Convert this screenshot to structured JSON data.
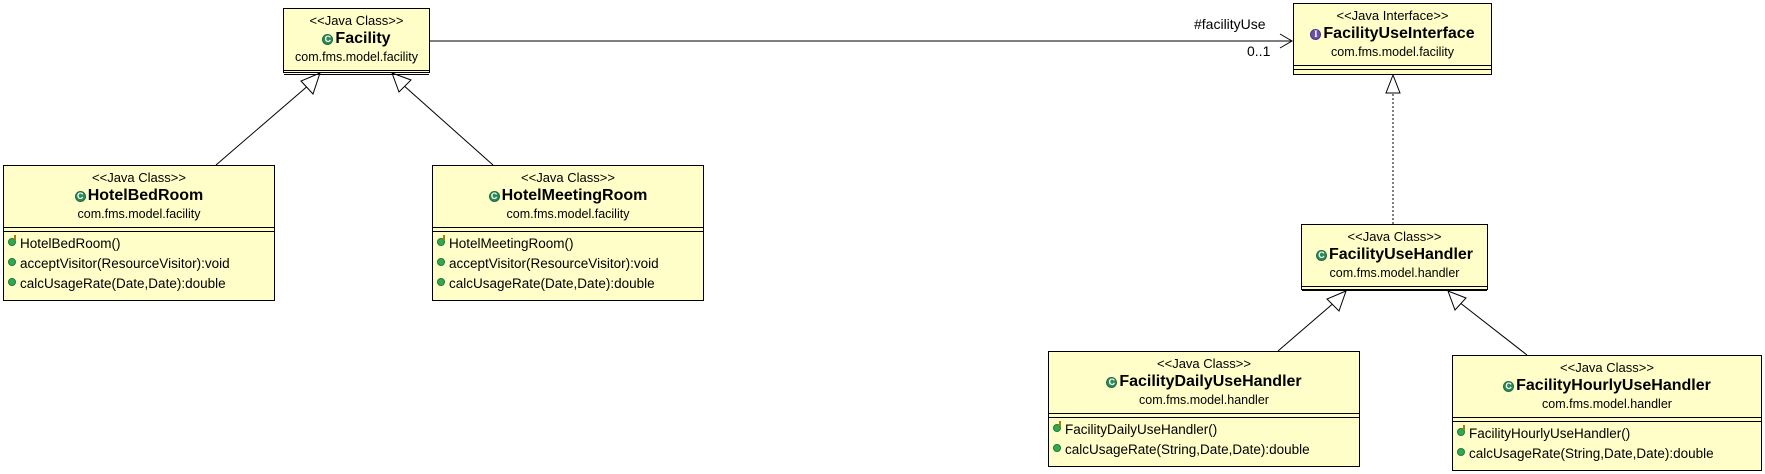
{
  "diagram": {
    "classes": [
      {
        "id": "facility",
        "stereotype": "<<Java Class>>",
        "kind": "class",
        "name": "Facility",
        "package": "com.fms.model.facility",
        "members": []
      },
      {
        "id": "hotelbedroom",
        "stereotype": "<<Java Class>>",
        "kind": "class",
        "name": "HotelBedRoom",
        "package": "com.fms.model.facility",
        "members": [
          {
            "kind": "constructor",
            "text": "HotelBedRoom()"
          },
          {
            "kind": "method",
            "text": "acceptVisitor(ResourceVisitor):void"
          },
          {
            "kind": "method",
            "text": "calcUsageRate(Date,Date):double"
          }
        ]
      },
      {
        "id": "hotelmeetingroom",
        "stereotype": "<<Java Class>>",
        "kind": "class",
        "name": "HotelMeetingRoom",
        "package": "com.fms.model.facility",
        "members": [
          {
            "kind": "constructor",
            "text": "HotelMeetingRoom()"
          },
          {
            "kind": "method",
            "text": "acceptVisitor(ResourceVisitor):void"
          },
          {
            "kind": "method",
            "text": "calcUsageRate(Date,Date):double"
          }
        ]
      },
      {
        "id": "facilityuseinterface",
        "stereotype": "<<Java Interface>>",
        "kind": "interface",
        "name": "FacilityUseInterface",
        "package": "com.fms.model.facility",
        "members": []
      },
      {
        "id": "facilityusehandler",
        "stereotype": "<<Java Class>>",
        "kind": "class",
        "name": "FacilityUseHandler",
        "package": "com.fms.model.handler",
        "members": []
      },
      {
        "id": "facilitydailyusehandler",
        "stereotype": "<<Java Class>>",
        "kind": "class",
        "name": "FacilityDailyUseHandler",
        "package": "com.fms.model.handler",
        "members": [
          {
            "kind": "constructor",
            "text": "FacilityDailyUseHandler()"
          },
          {
            "kind": "method",
            "text": "calcUsageRate(String,Date,Date):double"
          }
        ]
      },
      {
        "id": "facilityhourlyusehandler",
        "stereotype": "<<Java Class>>",
        "kind": "class",
        "name": "FacilityHourlyUseHandler",
        "package": "com.fms.model.handler",
        "members": [
          {
            "kind": "constructor",
            "text": "FacilityHourlyUseHandler()"
          },
          {
            "kind": "method",
            "text": "calcUsageRate(String,Date,Date):double"
          }
        ]
      }
    ],
    "association": {
      "from": "facility",
      "to": "facilityuseinterface",
      "role": "#facilityUse",
      "multiplicity": "0..1"
    },
    "relations": [
      {
        "type": "generalization",
        "from": "hotelbedroom",
        "to": "facility"
      },
      {
        "type": "generalization",
        "from": "hotelmeetingroom",
        "to": "facility"
      },
      {
        "type": "realization",
        "from": "facilityusehandler",
        "to": "facilityuseinterface"
      },
      {
        "type": "generalization",
        "from": "facilitydailyusehandler",
        "to": "facilityusehandler"
      },
      {
        "type": "generalization",
        "from": "facilityhourlyusehandler",
        "to": "facilityusehandler"
      }
    ],
    "colors": {
      "class_fill": "#fffec8",
      "class_icon": "#2e8b57",
      "interface_icon": "#6b4fa8",
      "line": "#000000"
    },
    "icons": {
      "class": "class-c-icon",
      "interface": "interface-i-icon",
      "constructor": "constructor-icon",
      "method": "public-method-icon"
    }
  }
}
